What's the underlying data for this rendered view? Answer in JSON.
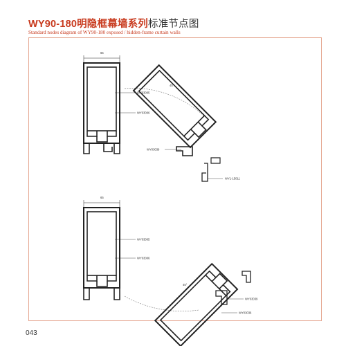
{
  "header": {
    "title_code": "WY90-180",
    "title_cn": "明隐框幕墙系列",
    "title_cn2": "标准节点图",
    "subtitle": "Standard nodes diagram  of WY90-180 exposed / hidden-frame curtain walls"
  },
  "page_number": "043",
  "diagram_top": {
    "dim_width": "65",
    "angle": "45°",
    "labels": [
      "WY03005",
      "WY03006",
      "WY03039",
      "WY1-15011"
    ]
  },
  "diagram_bottom": {
    "dim_width": "65",
    "angle": "45°",
    "labels": [
      "WY03005",
      "WY03006",
      "WY03039",
      "WY03036"
    ]
  },
  "colors": {
    "accent": "#c83a1e",
    "frame_border": "#e5a58e",
    "line": "#222222"
  }
}
